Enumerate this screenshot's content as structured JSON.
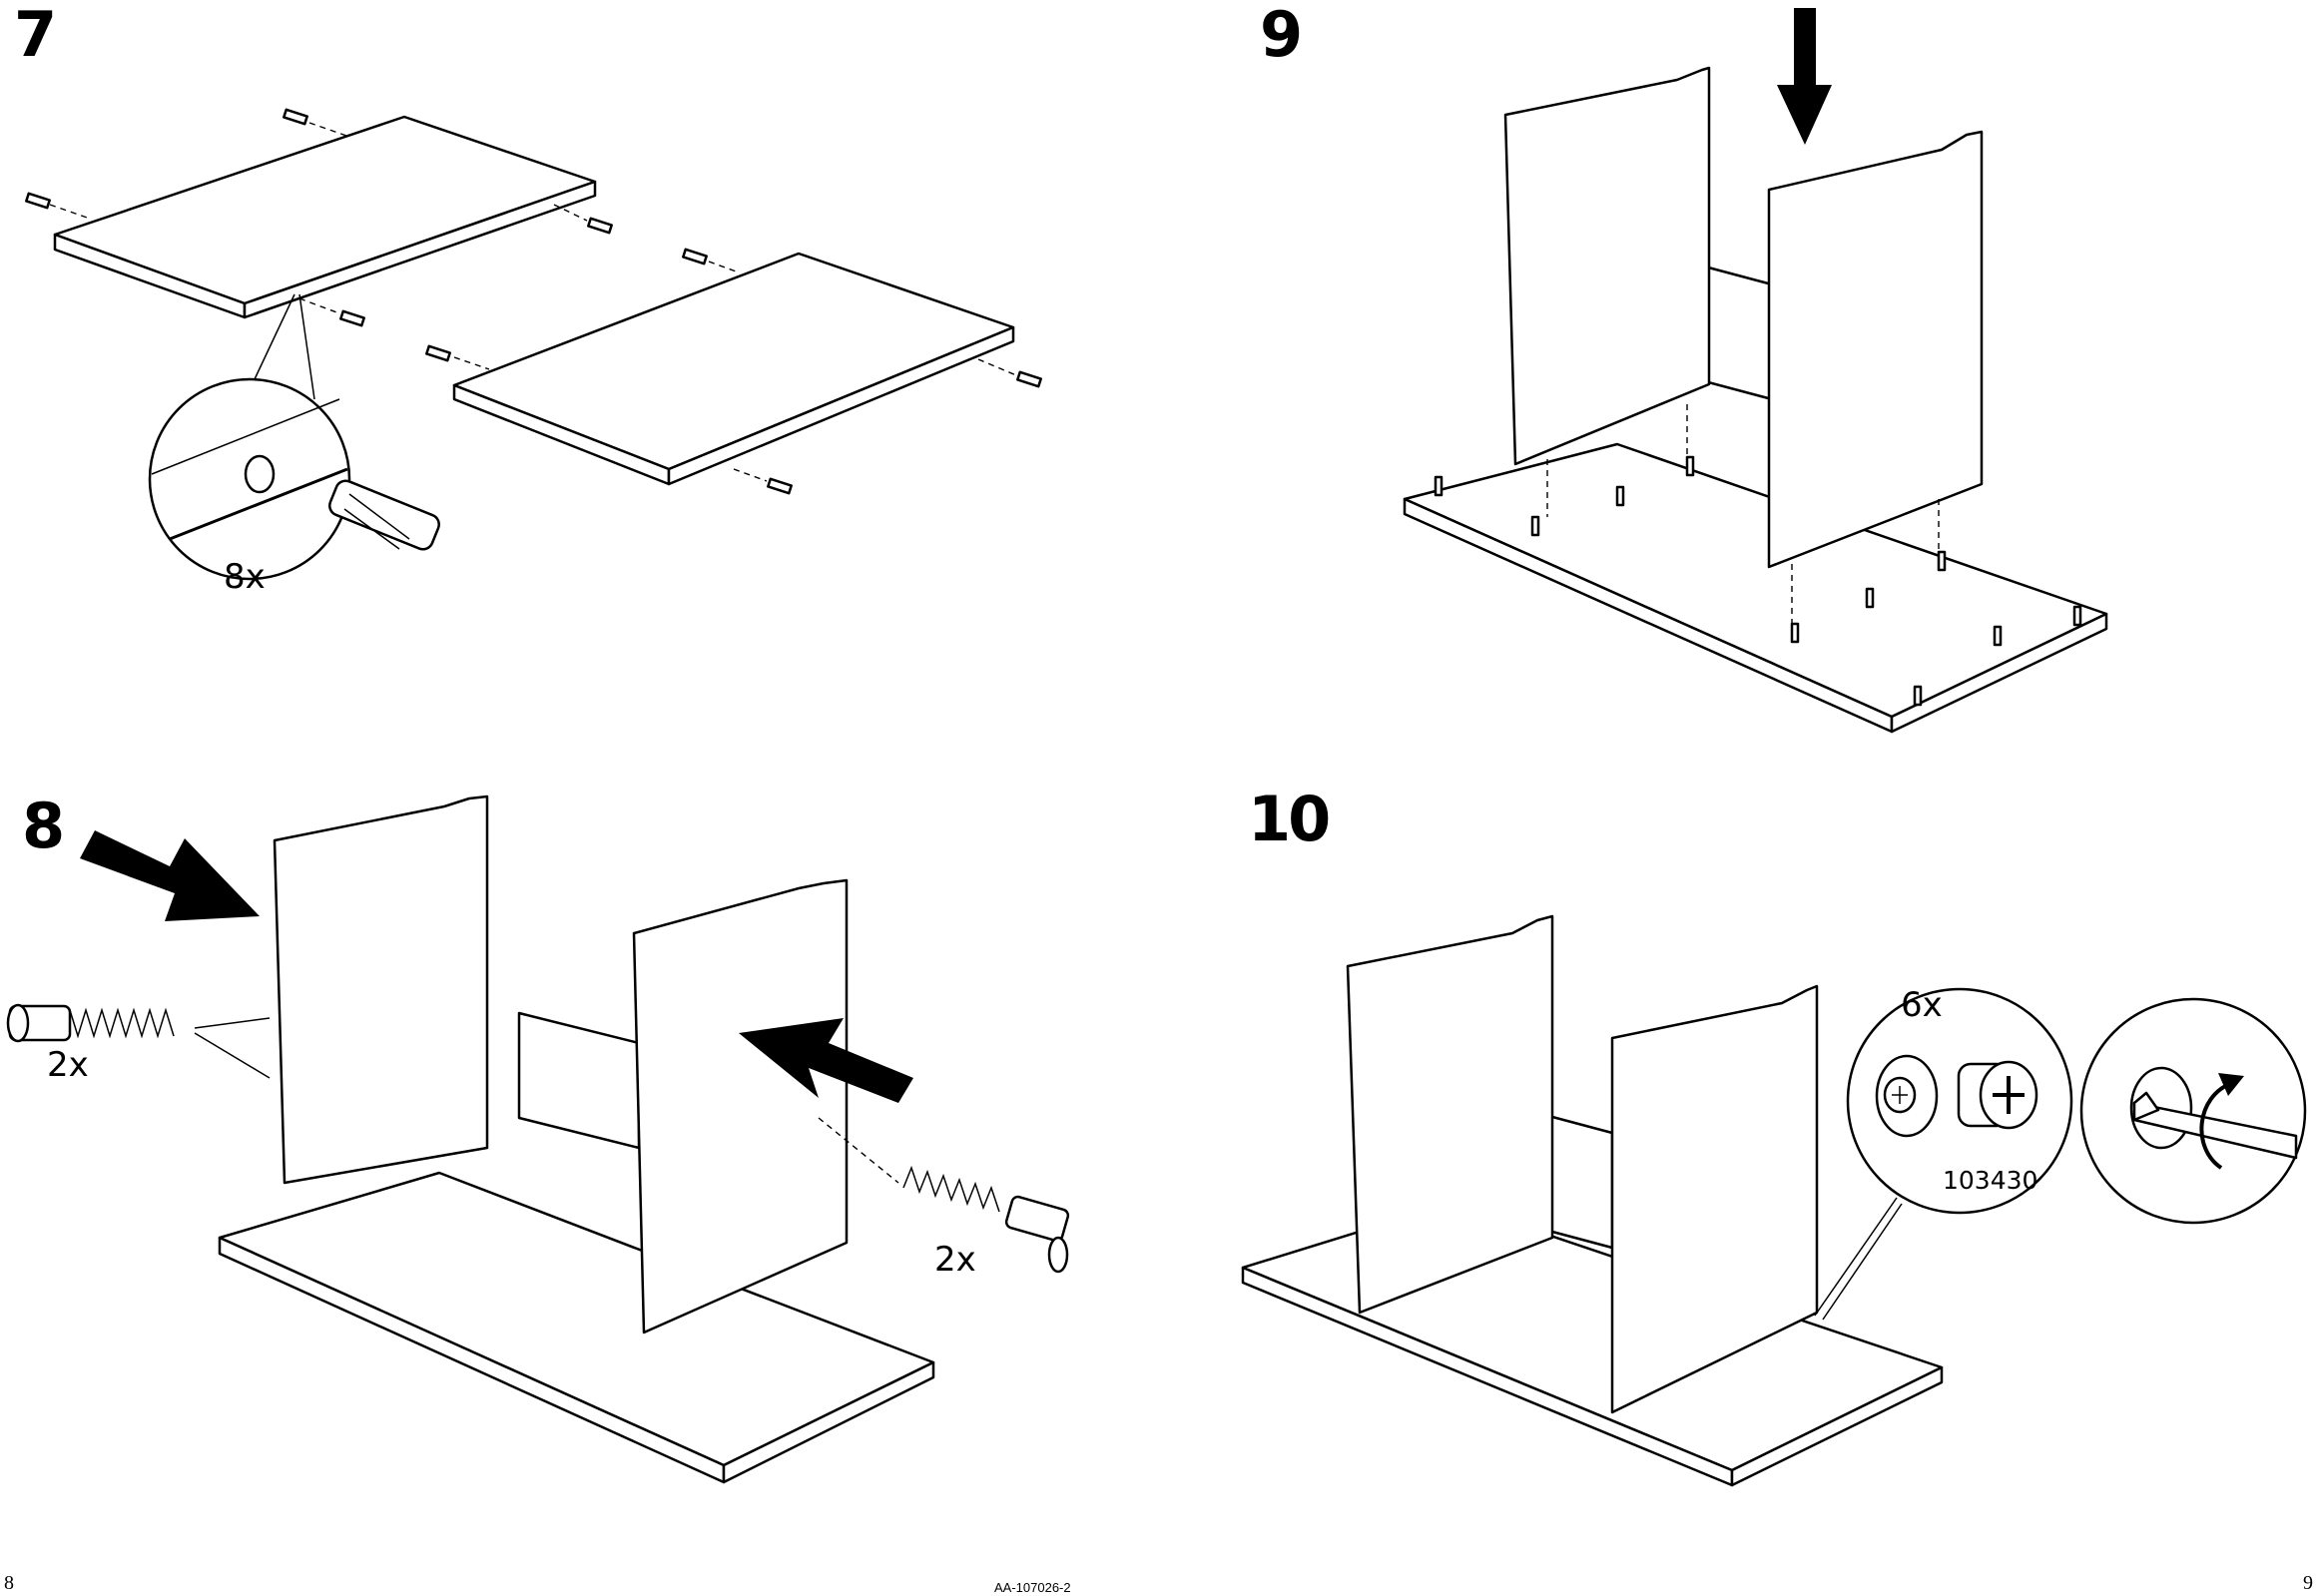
{
  "pages": {
    "left_number": "8",
    "right_number": "9"
  },
  "document_id": "AA-107026-2",
  "steps": [
    {
      "number": "7",
      "quantity": "8x"
    },
    {
      "number": "8",
      "quantity_left": "2x",
      "quantity_right": "2x"
    },
    {
      "number": "9"
    },
    {
      "number": "10",
      "quantity": "6x",
      "part_number": "103430"
    }
  ],
  "icons": [
    "wooden-dowel-icon",
    "screw-dowel-icon",
    "push-arrow-icon",
    "cam-lock-icon",
    "screwdriver-icon",
    "turn-arrow-icon"
  ]
}
